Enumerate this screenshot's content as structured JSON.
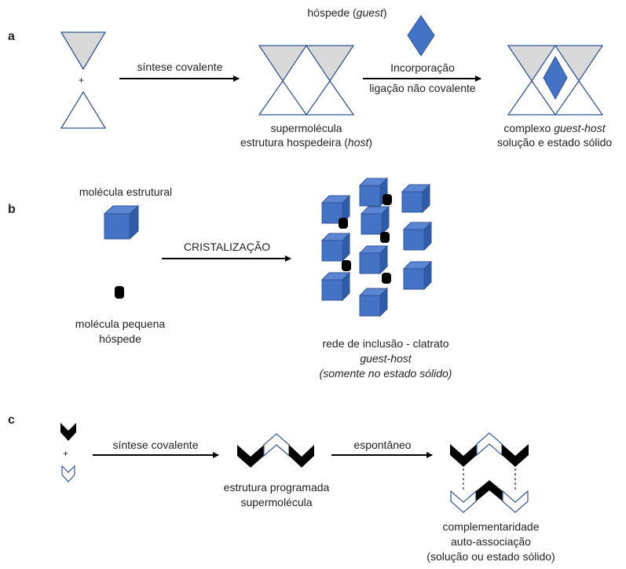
{
  "panels": {
    "a": {
      "letter": "a",
      "plus": "+",
      "arrow1": "síntese covalente",
      "guest_label_pre": "hóspede (",
      "guest_label_em": "guest",
      "guest_label_post": ")",
      "arrow2_line1": "Incorporação",
      "arrow2_line2": "ligação não covalente",
      "host_line1": "supermolécula",
      "host_line2_pre": "estrutura hospedeira (",
      "host_line2_em": "host",
      "host_line2_post": ")",
      "complex_line1_pre": "complexo ",
      "complex_line1_em": "guest-host",
      "complex_line2": "solução e estado sólido"
    },
    "b": {
      "letter": "b",
      "struct_label": "molécula estrutural",
      "arrow": "CRISTALIZAÇÃO",
      "small_line1": "molécula pequena",
      "small_line2": "hóspede",
      "net_line1": "rede de inclusão - clatrato",
      "net_line2": "guest-host",
      "net_line3": "(somente no estado sólido)"
    },
    "c": {
      "letter": "c",
      "plus": "+",
      "arrow1": "síntese covalente",
      "arrow2": "espontâneo",
      "prog_line1": "estrutura programada",
      "prog_line2": "supermolécula",
      "comp_line1": "complementaridade",
      "comp_line2": "auto-associação",
      "comp_line3": "(solução ou estado sólido)"
    }
  },
  "colors": {
    "outline": "#2f5597",
    "gray_fill": "#d9d9d9",
    "blue": "#4472c4",
    "black": "#000000"
  }
}
